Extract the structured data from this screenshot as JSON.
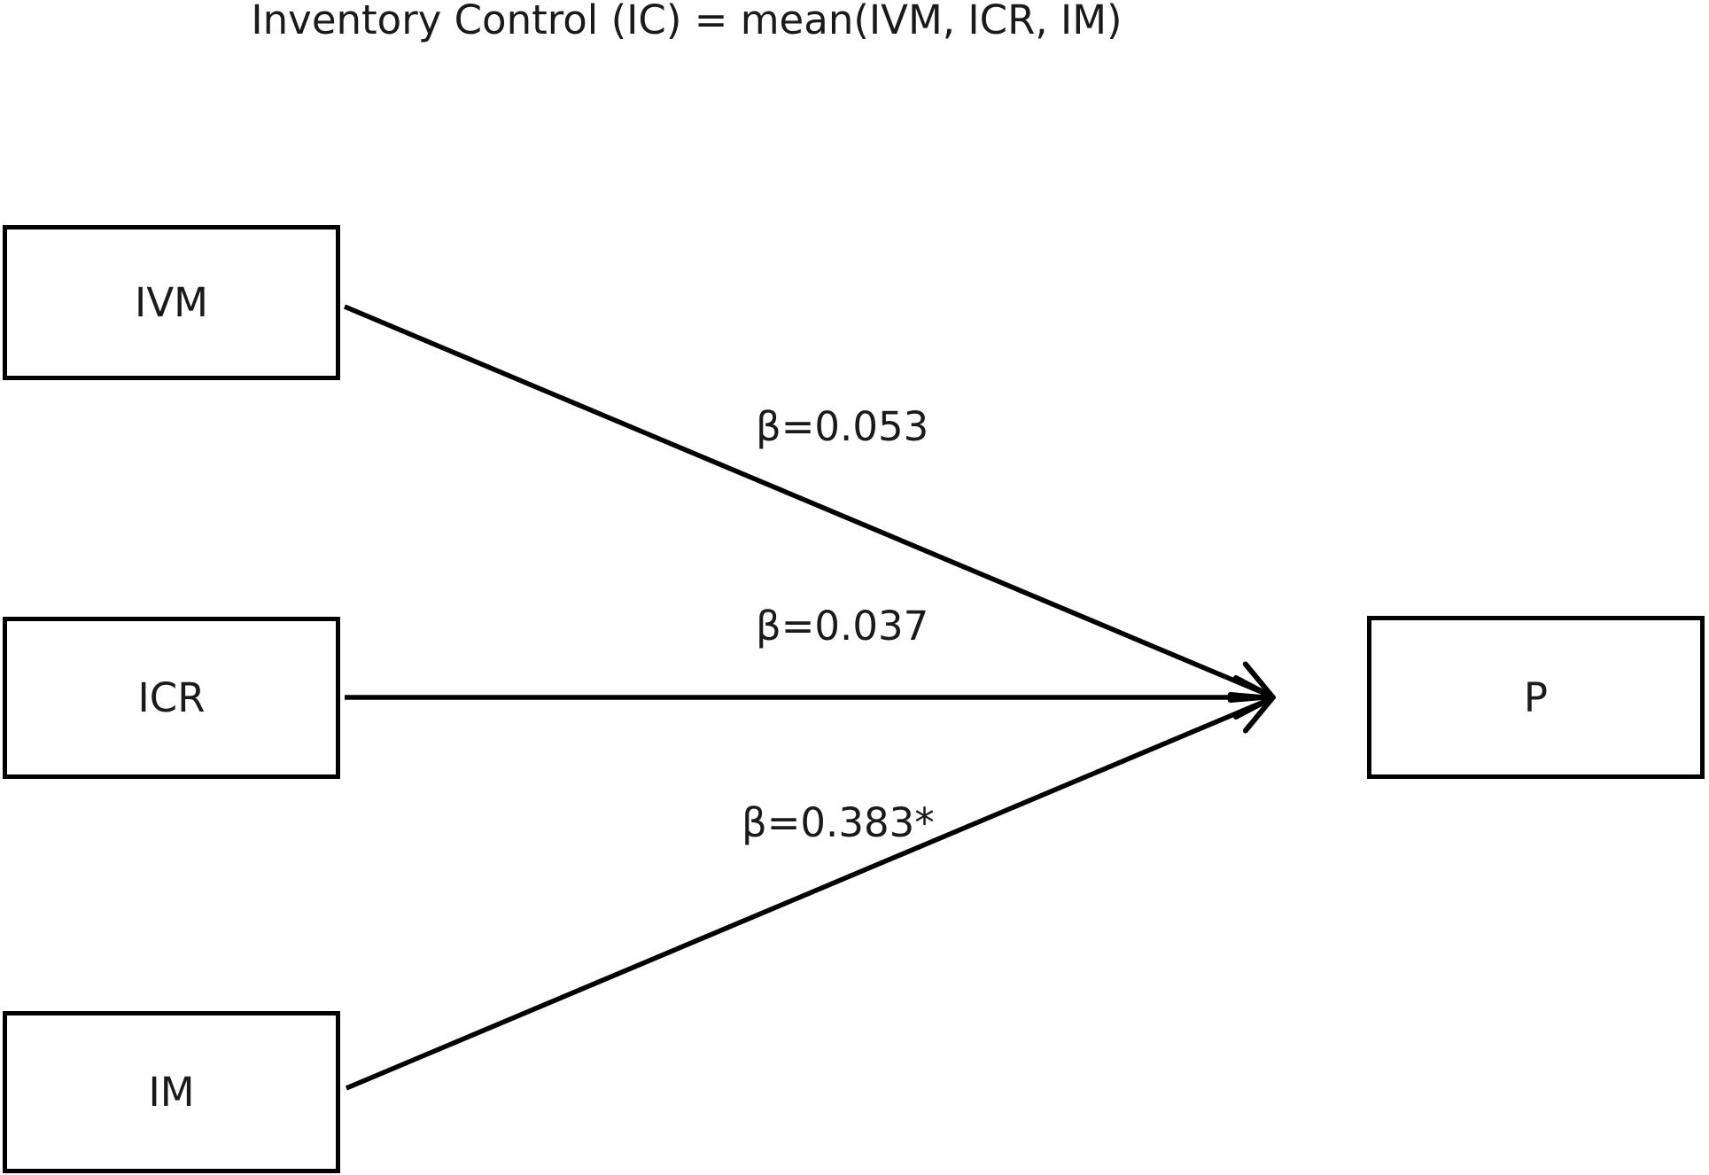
{
  "figure": {
    "title": "Inventory Control (IC) = mean(IVM, ICR, IM)",
    "background_color": "#ffffff",
    "line_color": "#000000",
    "text_color": "#1a1a1a"
  },
  "diagram": {
    "type": "path-model",
    "nodes": [
      {
        "id": "ivm",
        "label": "IVM"
      },
      {
        "id": "icr",
        "label": "ICR"
      },
      {
        "id": "im",
        "label": "IM"
      },
      {
        "id": "p",
        "label": "P"
      }
    ],
    "edges": [
      {
        "from": "IVM",
        "to": "P",
        "label": "β=0.053"
      },
      {
        "from": "ICR",
        "to": "P",
        "label": "β=0.037"
      },
      {
        "from": "IM",
        "to": "P",
        "label": "β=0.383*"
      }
    ]
  }
}
